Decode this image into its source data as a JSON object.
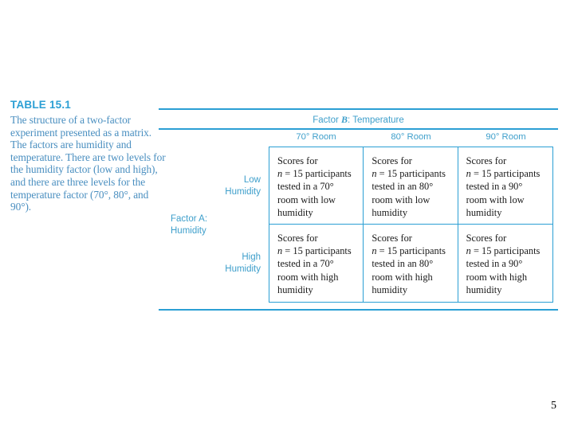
{
  "slide": {
    "page_number": "5",
    "background_color": "#ffffff",
    "accent_color": "#2b9fd4",
    "label_color": "#3e9fcb",
    "caption_color": "#4a8fc0",
    "cell_text_color": "#1a1a1a"
  },
  "caption": {
    "table_label": "TABLE 15.1",
    "body": "The structure of a two-factor experiment presented as a matrix. The factors are humidity and temperature. There are two levels for the humidity factor (low and high), and there are three levels for the temperature factor (70°, 80°, and 90°)."
  },
  "table": {
    "factor_b": {
      "prefix": "Factor ",
      "variable": "B",
      "suffix": ": Temperature"
    },
    "factor_a": {
      "line1": "Factor A:",
      "line2": "Humidity"
    },
    "column_headers": [
      "70° Room",
      "80° Room",
      "90° Room"
    ],
    "row_headers": [
      {
        "line1": "Low",
        "line2": "Humidity"
      },
      {
        "line1": "High",
        "line2": "Humidity"
      }
    ],
    "cells": [
      [
        {
          "l1": "Scores for",
          "l2_var": "n",
          "l2_rest": " = 15 participants",
          "l3": "tested in a 70°",
          "l4": "room with low",
          "l5": "humidity"
        },
        {
          "l1": "Scores for",
          "l2_var": "n",
          "l2_rest": " = 15 participants",
          "l3": "tested in an 80°",
          "l4": "room with low",
          "l5": "humidity"
        },
        {
          "l1": "Scores for",
          "l2_var": "n",
          "l2_rest": " = 15 participants",
          "l3": "tested in a 90°",
          "l4": "room with low",
          "l5": "humidity"
        }
      ],
      [
        {
          "l1": "Scores for",
          "l2_var": "n",
          "l2_rest": " = 15 participants",
          "l3": "tested in a 70°",
          "l4": "room with high",
          "l5": "humidity"
        },
        {
          "l1": "Scores for",
          "l2_var": "n",
          "l2_rest": " = 15 participants",
          "l3": "tested in an 80°",
          "l4": "room with high",
          "l5": "humidity"
        },
        {
          "l1": "Scores for",
          "l2_var": "n",
          "l2_rest": " = 15 participants",
          "l3": "tested in a 90°",
          "l4": "room with high",
          "l5": "humidity"
        }
      ]
    ]
  }
}
